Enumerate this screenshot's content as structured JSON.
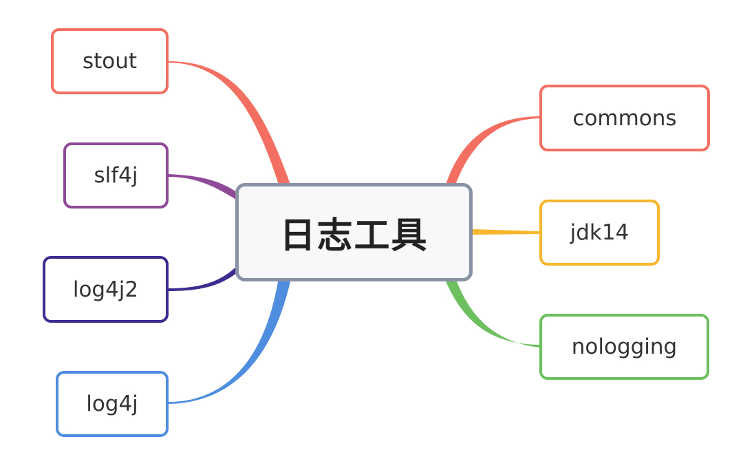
{
  "mindmap": {
    "root": {
      "label": "日志工具",
      "border_color": "#8a93a6"
    },
    "branches": [
      {
        "id": "stout",
        "label": "stout",
        "color": "#f36f62",
        "side": "left"
      },
      {
        "id": "slf4j",
        "label": "slf4j",
        "color": "#8e4a97",
        "side": "left"
      },
      {
        "id": "log4j2",
        "label": "log4j2",
        "color": "#3a2d8f",
        "side": "left"
      },
      {
        "id": "log4j",
        "label": "log4j",
        "color": "#4f8ede",
        "side": "left"
      },
      {
        "id": "commons",
        "label": "commons",
        "color": "#f36f62",
        "side": "right"
      },
      {
        "id": "jdk14",
        "label": "jdk14",
        "color": "#f8b62e",
        "side": "right"
      },
      {
        "id": "nologging",
        "label": "nologging",
        "color": "#6cc05d",
        "side": "right"
      }
    ]
  }
}
